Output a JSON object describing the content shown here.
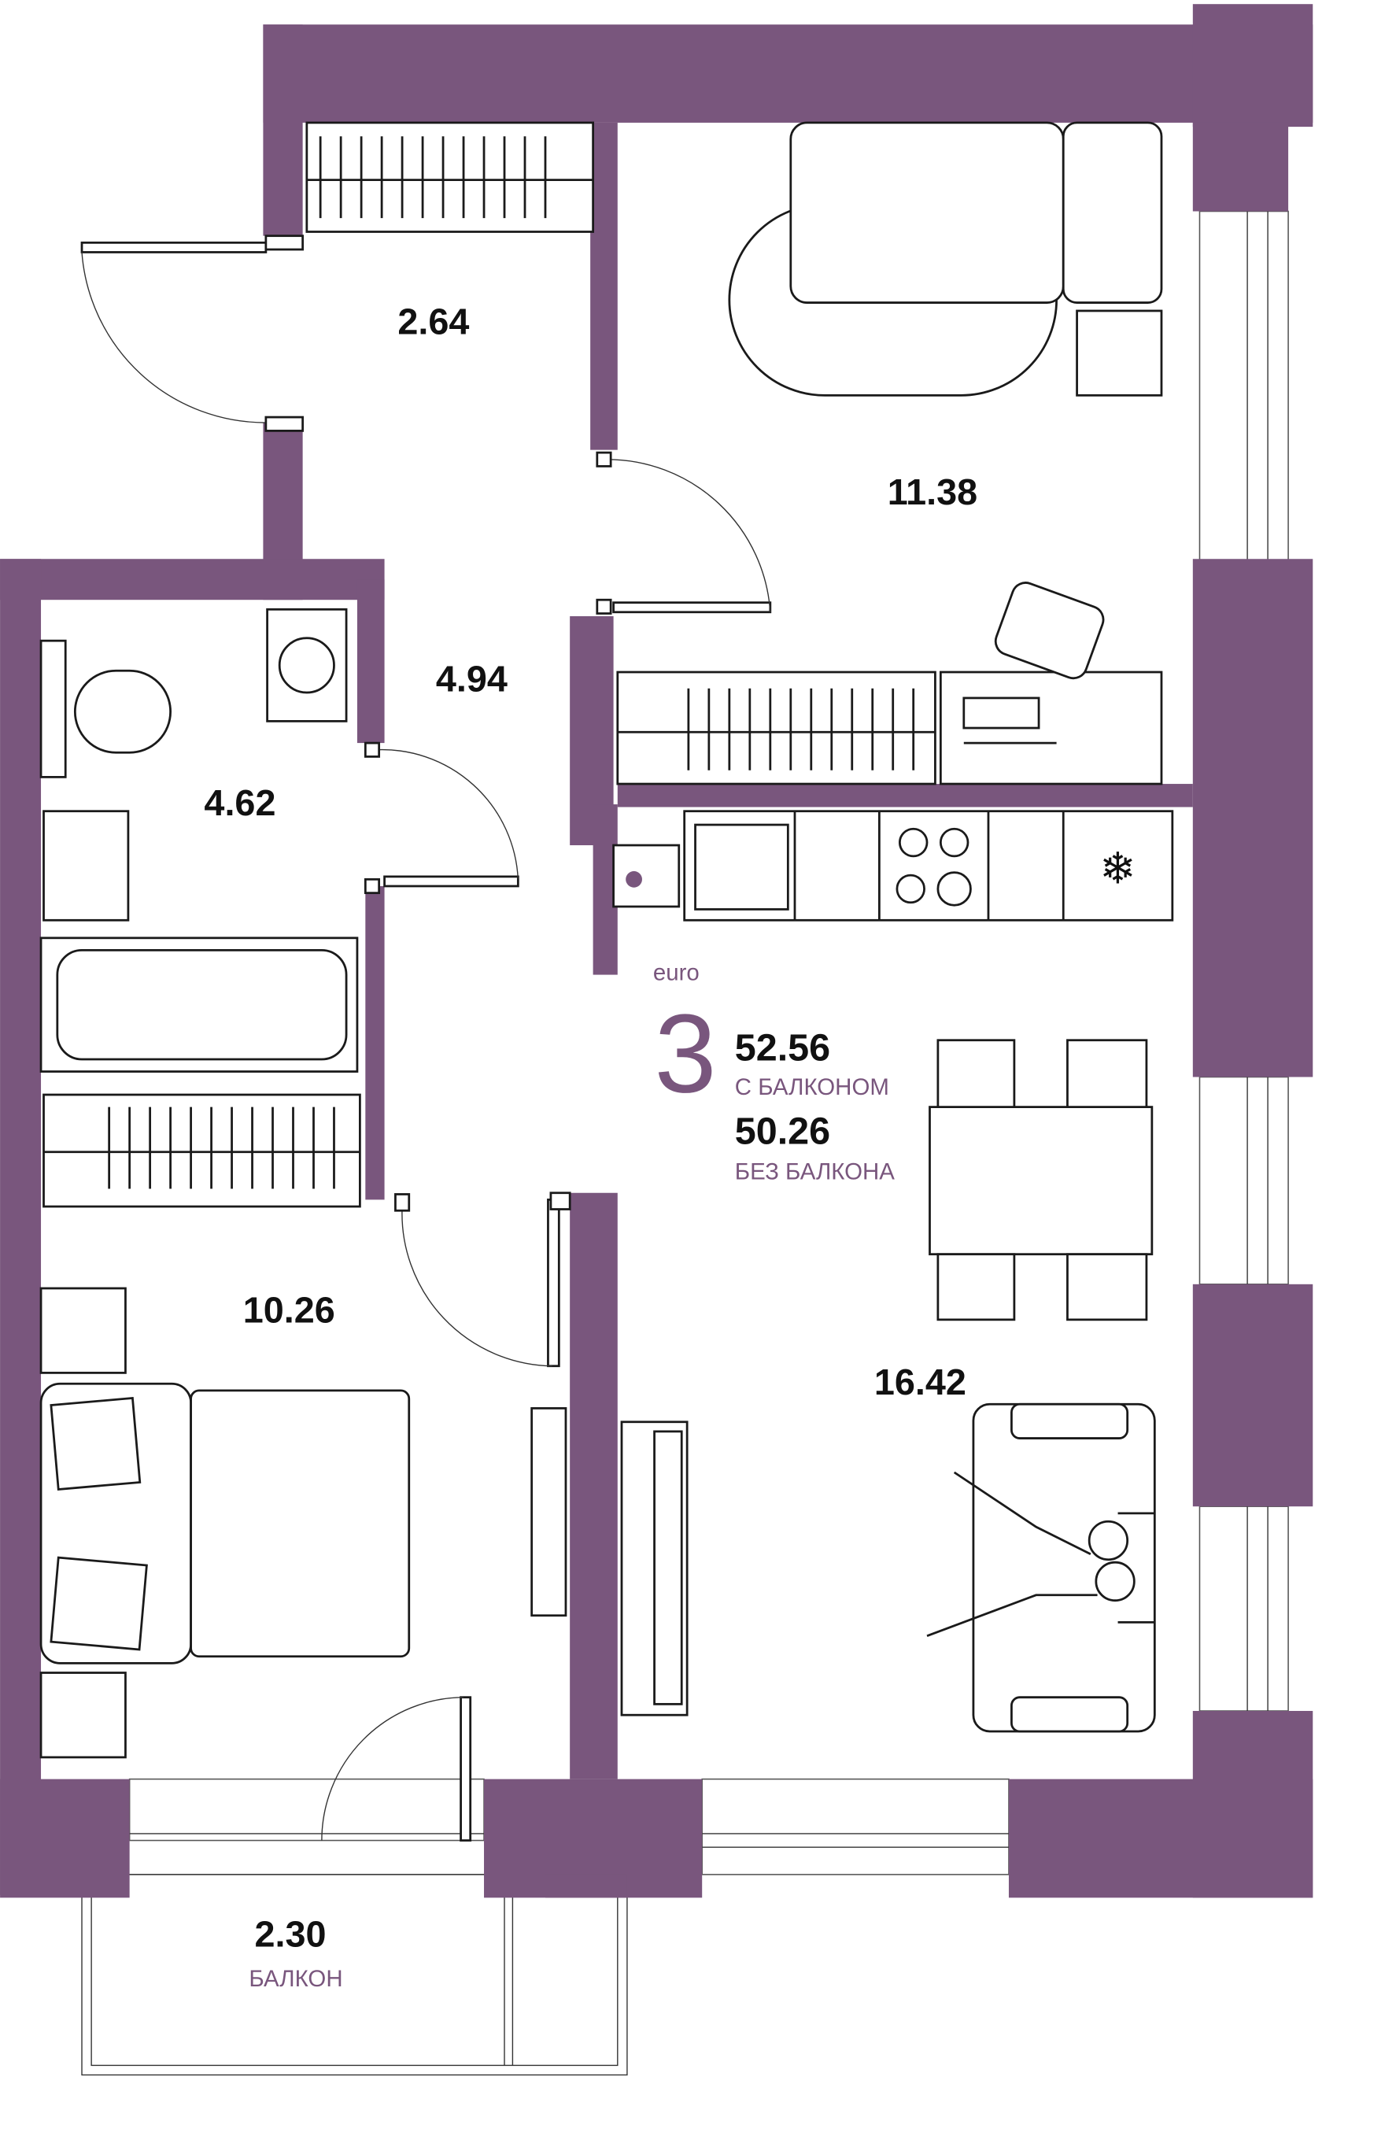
{
  "colors": {
    "wall": "#79567d",
    "text": "#111111",
    "accent": "#79567d"
  },
  "summary": {
    "class": "euro",
    "rooms": "3",
    "area_with_balcony": "52.56",
    "with_balcony_label": "С БАЛКОНОМ",
    "area_without_balcony": "50.26",
    "without_balcony_label": "БЕЗ БАЛКОНА"
  },
  "rooms": [
    {
      "id": "hall",
      "area": "2.64"
    },
    {
      "id": "bedroom-1",
      "area": "11.38"
    },
    {
      "id": "corridor",
      "area": "4.94"
    },
    {
      "id": "bathroom",
      "area": "4.62"
    },
    {
      "id": "bedroom-2",
      "area": "10.26"
    },
    {
      "id": "kitchen-living",
      "area": "16.42"
    },
    {
      "id": "balcony",
      "area": "2.30",
      "label": "БАЛКОН"
    }
  ]
}
